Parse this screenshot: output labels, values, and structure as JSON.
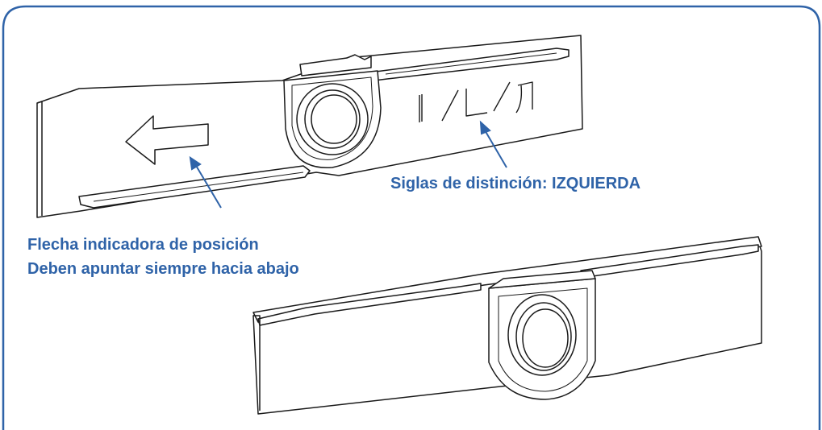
{
  "colors": {
    "frame": "#2f63a8",
    "label": "#2f63a8",
    "pointer": "#2f63a8",
    "line": "#1a1a1a"
  },
  "callouts": {
    "siglas": "Siglas de distinción: IZQUIERDA",
    "flecha_line1": "Flecha indicadora de posición",
    "flecha_line2": "Deben apuntar siempre hacia abajo"
  },
  "engraving": "I / L / Л"
}
